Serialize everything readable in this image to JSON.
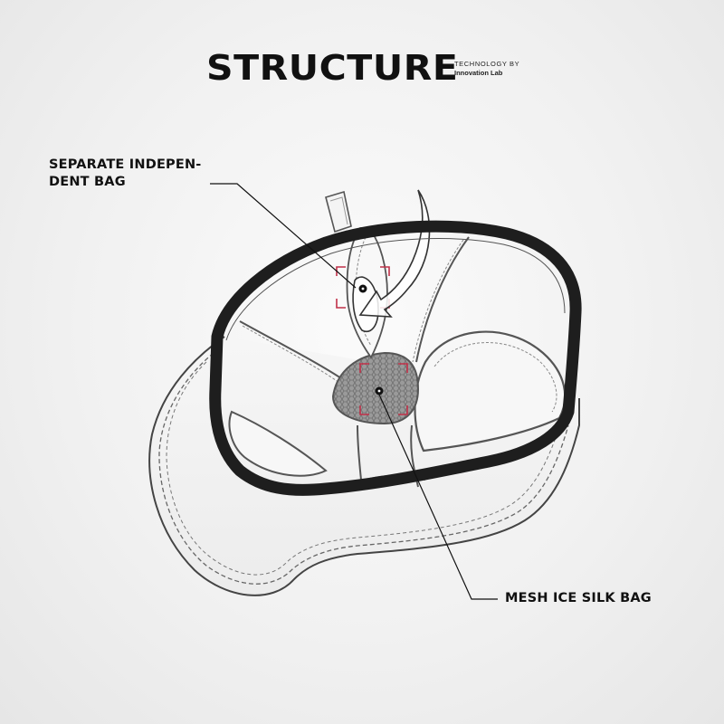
{
  "header": {
    "title": "STRUCTURE",
    "tech_by": "TECHNOLOGY BY",
    "tech_lab": "Innovation Lab"
  },
  "callouts": {
    "separate_line1": "SEPARATE INDEPEN-",
    "separate_line2": "DENT BAG",
    "mesh": "MESH ICE SILK BAG"
  },
  "colors": {
    "outline": "#1e1e1e",
    "stitch": "#555555",
    "accent": "#c03048",
    "mesh_fill": "#8e8e8e"
  }
}
